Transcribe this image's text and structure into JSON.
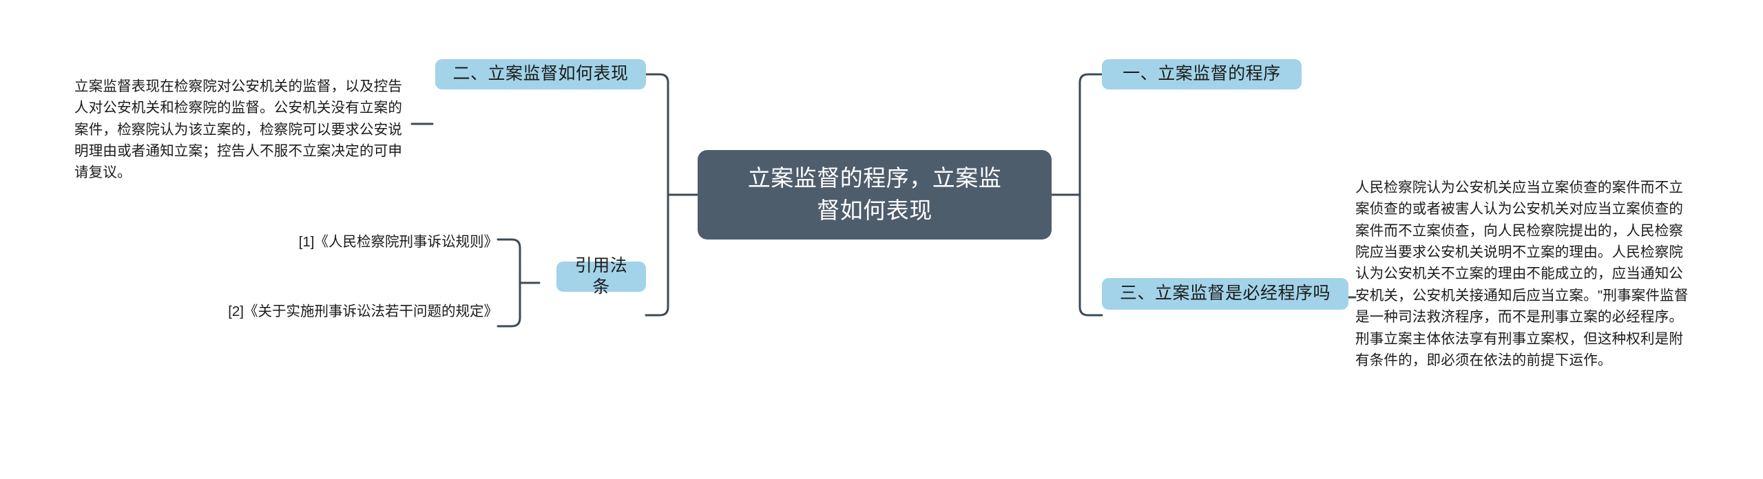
{
  "root": {
    "line1": "立案监督的程序，立案监",
    "line2": "督如何表现"
  },
  "branches": {
    "left_top": "二、立案监督如何表现",
    "left_bottom": "引用法条",
    "right_top": "一、立案监督的程序",
    "right_bottom": "三、立案监督是必经程序吗"
  },
  "leaves": {
    "left_paragraph": "立案监督表现在检察院对公安机关的监督，以及控告人对公安机关和检察院的监督。公安机关没有立案的案件，检察院认为该立案的，检察院可以要求公安说明理由或者通知立案；控告人不服不立案决定的可申请复议。",
    "right_paragraph": "人民检察院认为公安机关应当立案侦查的案件而不立案侦查的或者被害人认为公安机关对应当立案侦查的案件而不立案侦查，向人民检察院提出的，人民检察院应当要求公安机关说明不立案的理由。人民检察院认为公安机关不立案的理由不能成立的，应当通知公安机关，公安机关接通知后应当立案。\"刑事案件监督是一种司法救济程序，而不是刑事立案的必经程序。刑事立案主体依法享有刑事立案权，但这种权利是附有条件的，即必须在依法的前提下运作。",
    "citation_1": "[1]《人民检察院刑事诉讼规则》",
    "citation_2": "[2]《关于实施刑事诉讼法若干问题的规定》"
  },
  "colors": {
    "root_fill": "#4e5d6c",
    "branch_fill": "#a2d3e8",
    "connector": "#3d4a57",
    "text": "#1b1b1b",
    "root_text": "#ffffff",
    "background": "#ffffff"
  }
}
